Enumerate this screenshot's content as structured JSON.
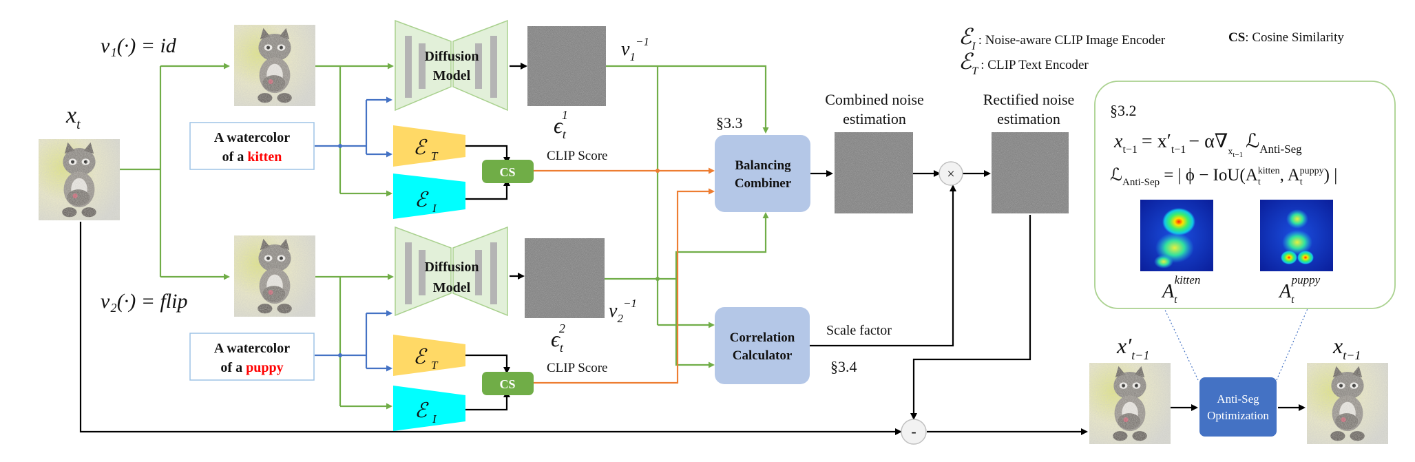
{
  "inputs": {
    "x_t": "x",
    "x_t_sub": "t",
    "v1_label": "v₁(·) = id",
    "v2_label": "v₂(·) = flip",
    "v1_inv": "v",
    "v1_inv_sub": "1",
    "v2_inv": "v",
    "v2_inv_sub": "2",
    "inv_sup": "−1"
  },
  "prompts": {
    "top_line1": "A watercolor",
    "top_line2_prefix": "of a ",
    "top_word": "kitten",
    "bottom_line1": "A watercolor",
    "bottom_line2_prefix": "of a ",
    "bottom_word": "puppy"
  },
  "modules": {
    "diffusion_line1": "Diffusion",
    "diffusion_line2": "Model",
    "cs": "CS",
    "clip_score": "CLIP Score",
    "balancing_line1": "Balancing",
    "balancing_line2": "Combiner",
    "correlation_line1": "Correlation",
    "correlation_line2": "Calculator",
    "antiseg_line1": "Anti-Seg",
    "antiseg_line2": "Optimization",
    "enc_text_sub": "T",
    "enc_image_sub": "I",
    "eps_sup_1": "1",
    "eps_sup_2": "2",
    "eps_sub": "t",
    "multiply": "×",
    "minus": "-"
  },
  "labels": {
    "sec33": "§3.3",
    "sec34": "§3.4",
    "sec32": "§3.2",
    "combined_line1": "Combined noise",
    "combined_line2": "estimation",
    "rectified_line1": "Rectified noise",
    "rectified_line2": "estimation",
    "scale_factor": "Scale factor",
    "x_prime_out": "x′",
    "x_prime_sub": "t−1",
    "x_out": "x",
    "x_out_sub": "t−1"
  },
  "legend": {
    "enc_image_desc": ": Noise-aware CLIP Image Encoder",
    "enc_text_desc": ": CLIP Text Encoder",
    "cs_key": "CS",
    "cs_desc": ": Cosine Similarity"
  },
  "equations": {
    "eq1": "xₜ₋₁ = x′ₜ₋₁ − α∇ₓ ℒₐₙₜᵢ₋ₛₑᵧ",
    "eq1_lhs": "x",
    "eq1_rhs": "= x′",
    "eq1_mid": "− α∇",
    "eq1_loss": "ℒ",
    "eq1_loss_sub": "Anti-Seg",
    "eq2_loss": "ℒ",
    "eq2_loss_sub": "Anti-Sep",
    "eq2_rhs": "= | ϕ − IoU(A",
    "eq2_kitten": "kitten",
    "eq2_comma": ", A",
    "eq2_puppy": "puppy",
    "eq2_close": ") |",
    "attn_A": "A",
    "attn_kitten": "kitten",
    "attn_puppy": "puppy",
    "attn_sub": "t"
  },
  "colors": {
    "green_arrow": "#70ad47",
    "blue_arrow": "#4472c4",
    "orange_arrow": "#ed7d31",
    "encoder_text": "#ffd966",
    "encoder_image": "#00ffff",
    "cs_fill": "#70ad47",
    "module_fill": "#b4c7e7",
    "antiseg_fill": "#4472c4",
    "diffusion_fill": "#e2f0d9",
    "word_red": "#ff0000"
  }
}
